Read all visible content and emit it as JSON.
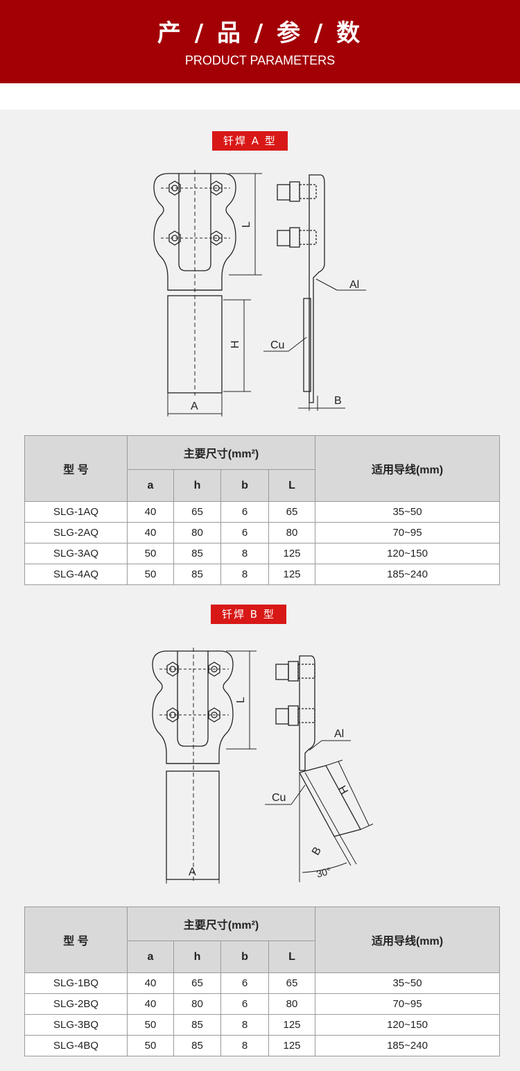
{
  "header": {
    "title": "产 / 品 / 参 / 数",
    "subtitle": "PRODUCT PARAMETERS"
  },
  "type_a": {
    "tag": "钎焊 A 型",
    "labels": {
      "L": "L",
      "H": "H",
      "A": "A",
      "B": "B",
      "Al": "Al",
      "Cu": "Cu"
    },
    "table": {
      "model_header": "型 号",
      "dims_header": "主要尺寸(mm²)",
      "conductor_header": "适用导线(mm)",
      "subheaders": [
        "a",
        "h",
        "b",
        "L"
      ],
      "rows": [
        [
          "SLG-1AQ",
          "40",
          "65",
          "6",
          "65",
          "35~50"
        ],
        [
          "SLG-2AQ",
          "40",
          "80",
          "6",
          "80",
          "70~95"
        ],
        [
          "SLG-3AQ",
          "50",
          "85",
          "8",
          "125",
          "120~150"
        ],
        [
          "SLG-4AQ",
          "50",
          "85",
          "8",
          "125",
          "185~240"
        ]
      ]
    }
  },
  "type_b": {
    "tag": "钎焊 B 型",
    "labels": {
      "L": "L",
      "H": "H",
      "A": "A",
      "B": "B",
      "Al": "Al",
      "Cu": "Cu",
      "angle": "30°"
    },
    "table": {
      "model_header": "型 号",
      "dims_header": "主要尺寸(mm²)",
      "conductor_header": "适用导线(mm)",
      "subheaders": [
        "a",
        "h",
        "b",
        "L"
      ],
      "rows": [
        [
          "SLG-1BQ",
          "40",
          "65",
          "6",
          "65",
          "35~50"
        ],
        [
          "SLG-2BQ",
          "40",
          "80",
          "6",
          "80",
          "70~95"
        ],
        [
          "SLG-3BQ",
          "50",
          "85",
          "8",
          "125",
          "120~150"
        ],
        [
          "SLG-4BQ",
          "50",
          "85",
          "8",
          "125",
          "185~240"
        ]
      ]
    }
  }
}
